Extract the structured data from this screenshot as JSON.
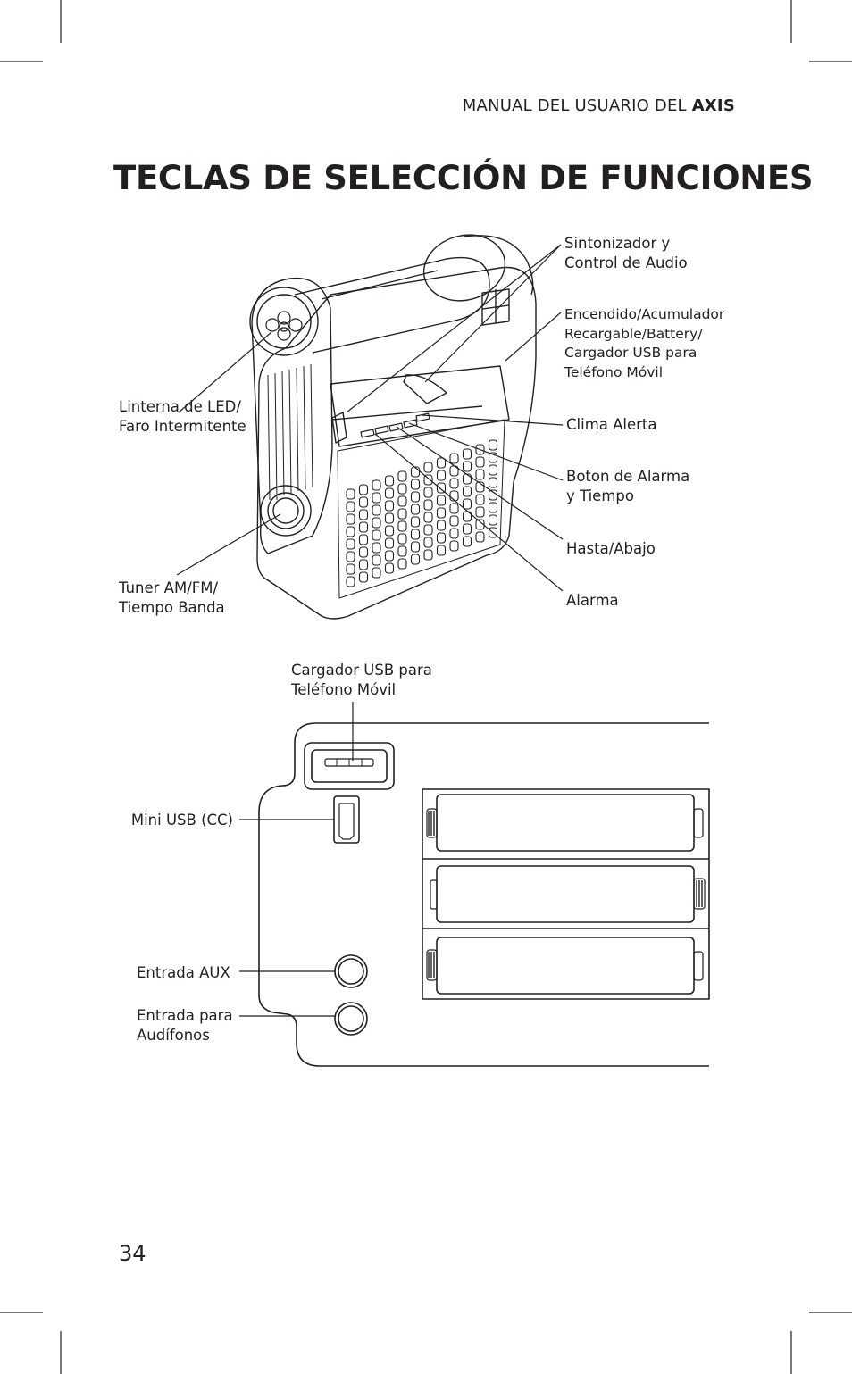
{
  "header": {
    "prefix": "MANUAL DEL USUARIO DEL ",
    "brand": "AXIS"
  },
  "title": "TECLAS DE SELECCIÓN DE FUNCIONES",
  "top_diagram": {
    "labels": {
      "sintonizador": [
        "Sintonizador y",
        "Control de Audio"
      ],
      "encendido": [
        "Encendido/Acumulador",
        "Recargable/Battery/",
        "Cargador USB para",
        "Teléfono Móvil"
      ],
      "clima": [
        "Clima Alerta"
      ],
      "boton_alarma": [
        "Boton de Alarma",
        "y Tiempo"
      ],
      "hasta": [
        "Hasta/Abajo"
      ],
      "alarma": [
        "Alarma"
      ],
      "linterna": [
        "Linterna de LED/",
        "Faro Intermitente"
      ],
      "tuner": [
        "Tuner AM/FM/",
        "Tiempo Banda"
      ]
    }
  },
  "bottom_diagram": {
    "labels": {
      "cargador_usb": [
        "Cargador USB para",
        "Teléfono Móvil"
      ],
      "mini_usb": [
        "Mini USB (CC)"
      ],
      "entrada_aux": [
        "Entrada AUX"
      ],
      "audifonos": [
        "Entrada para",
        "Audífonos"
      ]
    }
  },
  "page_number": "34"
}
